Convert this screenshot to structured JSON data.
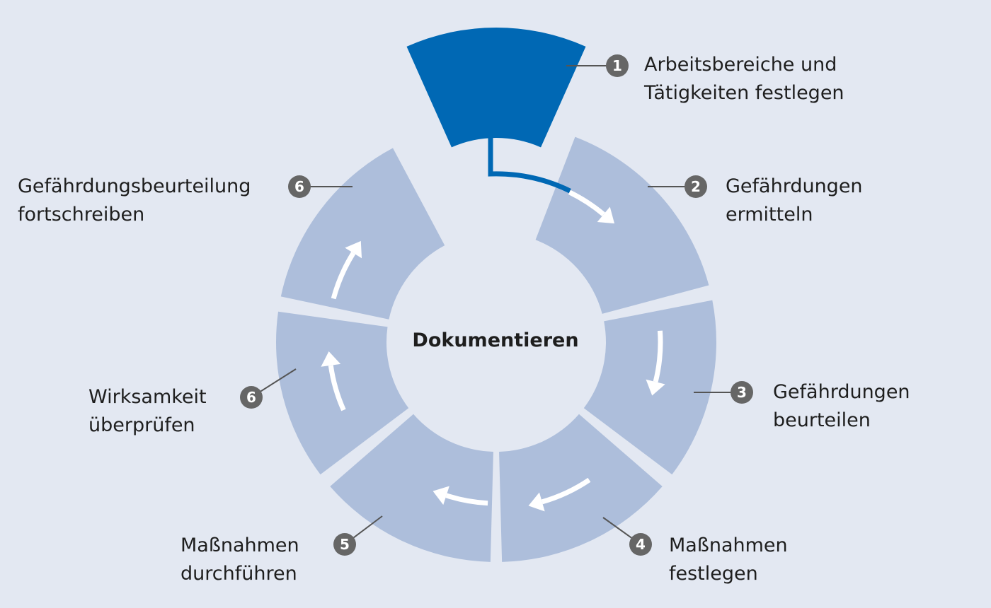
{
  "center_label": "Dokumentieren",
  "steps": [
    {
      "number": "1",
      "lines": [
        "Arbeitsbereiche und",
        "Tätigkeiten festlegen"
      ]
    },
    {
      "number": "2",
      "lines": [
        "Gefährdungen",
        "ermitteln"
      ]
    },
    {
      "number": "3",
      "lines": [
        "Gefährdungen",
        "beurteilen"
      ]
    },
    {
      "number": "4",
      "lines": [
        "Maßnahmen",
        "festlegen"
      ]
    },
    {
      "number": "5",
      "lines": [
        "Maßnahmen",
        "durchführen"
      ]
    },
    {
      "number": "6",
      "lines": [
        "Wirksamkeit",
        "überprüfen"
      ]
    },
    {
      "number": "6",
      "lines": [
        "Gefährdungsbeurteilung",
        "fortschreiben"
      ]
    }
  ],
  "colors": {
    "background": "#e3e8f2",
    "segment": "#adbedb",
    "highlight": "#0068b4",
    "badge": "#666666",
    "arrow": "#ffffff"
  }
}
